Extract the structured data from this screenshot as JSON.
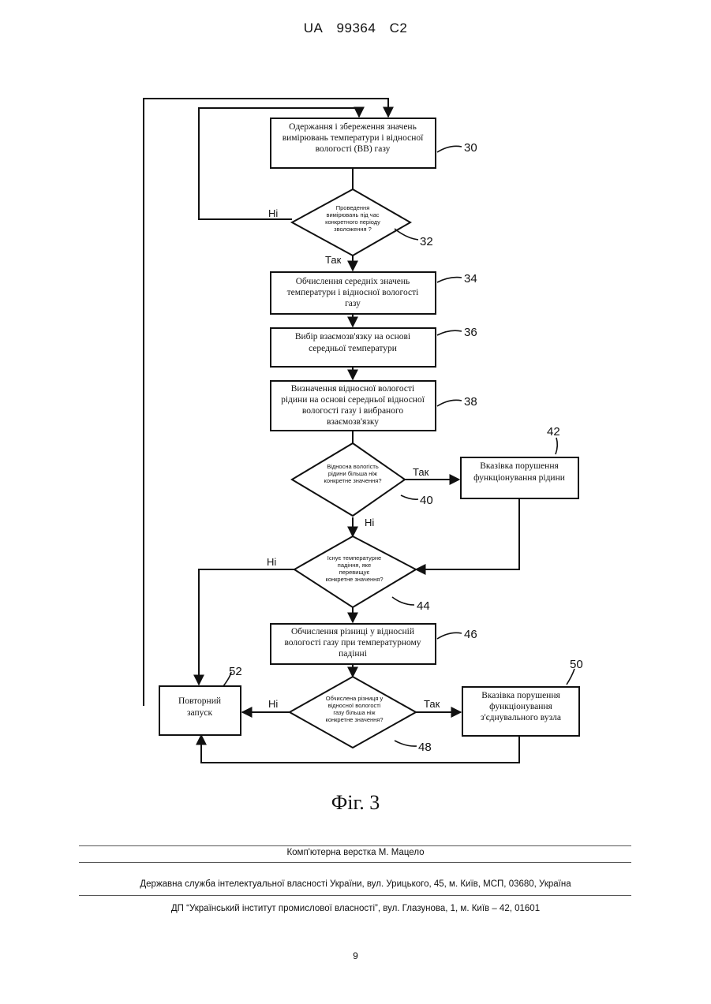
{
  "header": {
    "country": "UA",
    "number": "99364",
    "kind": "C2"
  },
  "flowchart": {
    "boxes": {
      "b30": [
        "Одержання і збереження значень",
        "вимірювань температури і відносної",
        "вологості (ВВ) газу"
      ],
      "b34": [
        "Обчислення середніх значень",
        "температури і відносної вологості",
        "газу"
      ],
      "b36": [
        "Вибір взаємозв'язку на основі",
        "середньої температури"
      ],
      "b38": [
        "Визначення відносної вологості",
        "рідини на основі середньої відносної",
        "вологості газу і вибраного",
        "взаємозв'язку"
      ],
      "b42": [
        "Вказівка порушення",
        "функціонування рідини"
      ],
      "b46": [
        "Обчислення різниці у відносній",
        "вологості газу при температурному",
        "падінні"
      ],
      "b52": [
        "Повторний",
        "запуск"
      ],
      "b50": [
        "Вказівка порушення",
        "функціонування",
        "з'єднувального вузла"
      ]
    },
    "decisions": {
      "d32": [
        "Проведення",
        "вимірювань під час",
        "конкретного періоду",
        "зволоження ?"
      ],
      "d40": [
        "Відносна вологість",
        "рідини більша ніж",
        "конкретне значення?"
      ],
      "d44": [
        "Існує температурне",
        "падіння, яке",
        "перевищує",
        "конкретне значення?"
      ],
      "d48": [
        "Обчислена різниця у",
        "відносної вологості",
        "газу більша ніж",
        "конкретне значення?"
      ]
    },
    "labels": {
      "no32": "Ні",
      "yes32": "Так",
      "yes40": "Так",
      "no40": "Ні",
      "no44": "Ні",
      "no48": "Ні",
      "yes48": "Так"
    },
    "refs": {
      "r30": "30",
      "r32": "32",
      "r34": "34",
      "r36": "36",
      "r38": "38",
      "r40": "40",
      "r42": "42",
      "r44": "44",
      "r46": "46",
      "r48": "48",
      "r50": "50",
      "r52": "52"
    }
  },
  "caption": "Фіг. 3",
  "footer": {
    "typeset": "Комп'ютерна верстка М. Мацело",
    "agency": "Державна служба інтелектуальної власності України, вул. Урицького, 45, м. Київ, МСП, 03680, Україна",
    "institute": "ДП “Український інститут промислової власності”, вул. Глазунова, 1, м. Київ – 42, 01601"
  },
  "page_number": "9"
}
